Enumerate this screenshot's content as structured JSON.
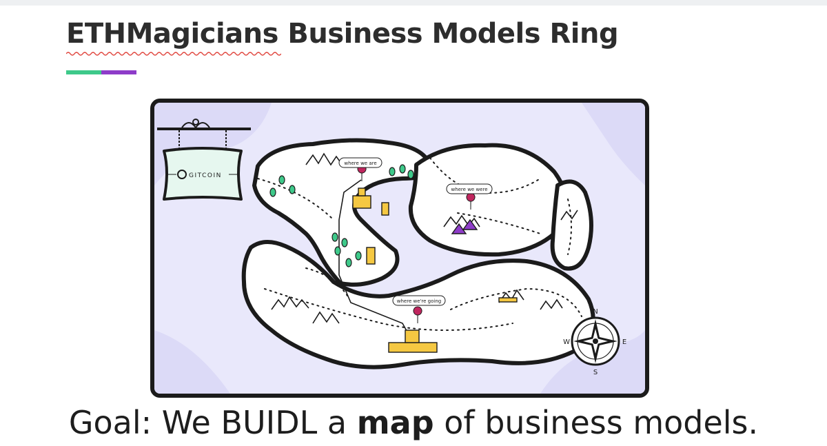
{
  "slide": {
    "title": "ETHMagicians Business Models Ring",
    "accent_colors": [
      "#3ec98a",
      "#8e3cc9"
    ]
  },
  "map": {
    "sign_text": "GITCOIN",
    "labels": {
      "where_we_are": "where we are",
      "where_we_were": "where we were",
      "where_were_going": "where we're going"
    },
    "compass": {
      "n": "N",
      "e": "E",
      "s": "S",
      "w": "W"
    },
    "colors": {
      "background": "#e9e8fb",
      "land": "#ffffff",
      "outline": "#1b1b1b",
      "castle": "#f5c842",
      "pin": "#c0265e",
      "tree": "#3ec98a",
      "mountain_peak": "#8e3cc9",
      "sign_bg": "#e6f7ef"
    }
  },
  "goal": {
    "prefix": "Goal: We BUIDL a ",
    "emphasis": "map",
    "suffix": " of business models."
  }
}
